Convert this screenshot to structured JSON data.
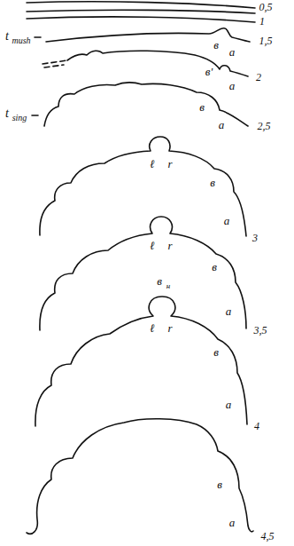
{
  "diagram": {
    "labels": [
      "0,5",
      "1",
      "1,5",
      "2",
      "2,5",
      "3",
      "3,5",
      "4",
      "4,5",
      "t",
      "mush",
      "t",
      "sing",
      "в",
      "а",
      "в'",
      "а",
      "в",
      "а",
      "ℓ",
      "r",
      "в",
      "а",
      "ℓ",
      "r",
      "в",
      "а",
      "в",
      "н",
      "ℓ",
      "r",
      "в",
      "а",
      "в",
      "а"
    ]
  }
}
